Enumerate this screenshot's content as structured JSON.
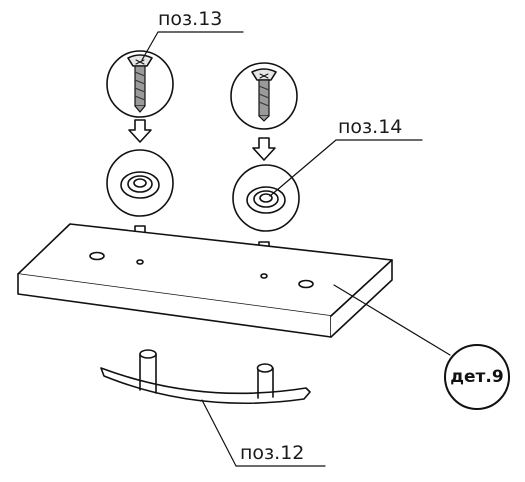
{
  "labels": {
    "screw_position": "поз.13",
    "cap_position": "поз.14",
    "handle_position": "поз.12",
    "board_part": "дет.9"
  },
  "colors": {
    "line": "#111111",
    "shade": "#cfcfcf",
    "screw": "#9a9a9a"
  }
}
